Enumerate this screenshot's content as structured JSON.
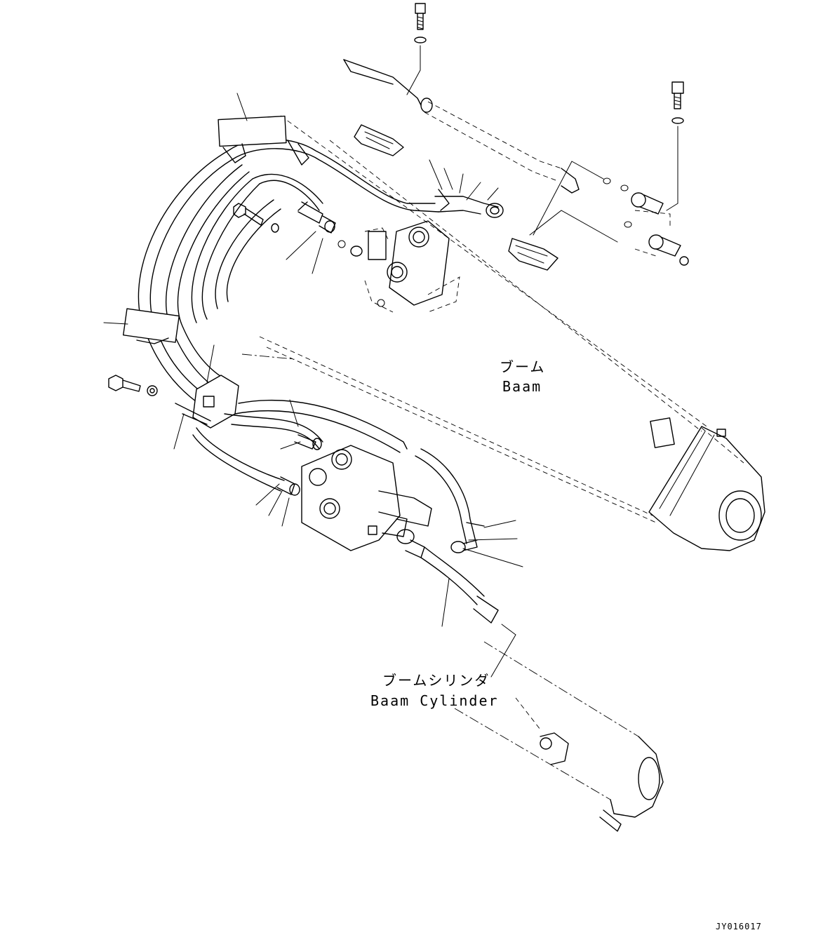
{
  "labels": {
    "boom_jp": "ブーム",
    "boom_en": "Baam",
    "cylinder_jp": "ブームシリンダ",
    "cylinder_en": "Baam Cylinder",
    "drawing_code": "JY016017"
  }
}
